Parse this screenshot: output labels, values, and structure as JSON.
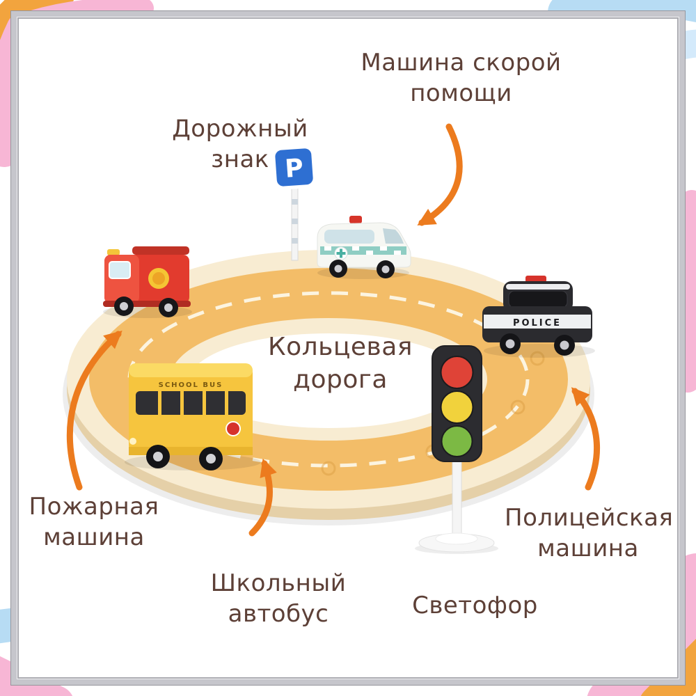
{
  "labels": {
    "ambulance": "Машина скорой\nпомощи",
    "road_sign": "Дорожный\nзнак",
    "ring_road": "Кольцевая\nдорога",
    "fire_truck": "Пожарная\nмашина",
    "school_bus": "Школьный\nавтобус",
    "traffic_light": "Светофор",
    "police_car": "Полицейская\nмашина"
  },
  "markings": {
    "parking_sign_letter": "P",
    "police_side_text": "POLICE",
    "school_bus_side_text": "SCHOOL BUS"
  },
  "colors": {
    "label_text": "#5d4037",
    "arrow_orange": "#ec7b1e",
    "road_surface": "#f3bd68",
    "wood_rim": "#f8ecd2",
    "wood_side": "#e5d0a8",
    "road_dash": "#fcf4e0",
    "frame_silver": "#c6c6cc",
    "decor_pink": "#f7b6d5",
    "decor_blue": "#b7dcf4",
    "decor_blue_light": "#d4eafb",
    "decor_orange": "#f2a43e",
    "bus_yellow": "#f6c53e",
    "fire_red": "#e23b2e",
    "police_black": "#2b2b2f",
    "ambulance_white": "#f6f7f3",
    "sign_blue": "#2e6fd2",
    "light_red": "#df4337",
    "light_yellow": "#f1d23c",
    "light_green": "#7cb944"
  }
}
